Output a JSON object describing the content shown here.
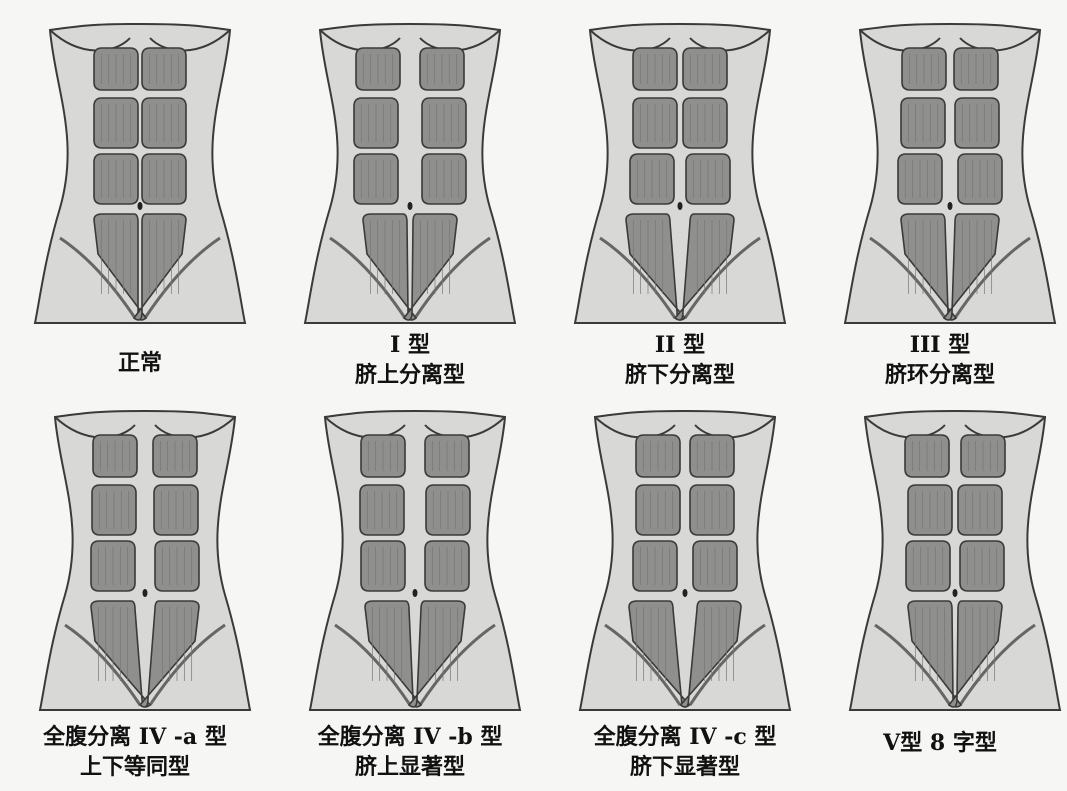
{
  "image_title": "",
  "colors": {
    "paper": "#f6f6f4",
    "skin": "#d8d8d6",
    "outline": "#3a3a3a",
    "muscle": "#8f8f8d",
    "caption_text": "#111111"
  },
  "panels": [
    {
      "id": "normal",
      "line1": "正常",
      "line2": "",
      "variant": "normal",
      "separation": 0.0,
      "separation_region": "none"
    },
    {
      "id": "type-1",
      "line1": "I 型",
      "line2": "脐上分离型",
      "variant": "above",
      "separation": 0.6,
      "separation_region": "above-navel"
    },
    {
      "id": "type-2",
      "line1": "II 型",
      "line2": "脐下分离型",
      "variant": "below",
      "separation": 0.6,
      "separation_region": "below-navel"
    },
    {
      "id": "type-3",
      "line1": "III 型",
      "line2": "脐环分离型",
      "variant": "ring",
      "separation": 0.5,
      "separation_region": "umbilical-ring"
    },
    {
      "id": "type-4a",
      "line1": "全腹分离 IV -a 型",
      "line2": "上下等同型",
      "variant": "full-equal",
      "separation": 0.8,
      "separation_region": "full-equal"
    },
    {
      "id": "type-4b",
      "line1": "全腹分离 IV -b 型",
      "line2": "脐上显著型",
      "variant": "full-above",
      "separation": 0.8,
      "separation_region": "full-above-prominent"
    },
    {
      "id": "type-4c",
      "line1": "全腹分离 IV -c 型",
      "line2": "脐下显著型",
      "variant": "full-below",
      "separation": 0.8,
      "separation_region": "full-below-prominent"
    },
    {
      "id": "type-5",
      "line1": "V型 8 字型",
      "line2": "",
      "variant": "figure8",
      "separation": 0.6,
      "separation_region": "figure-8"
    }
  ]
}
